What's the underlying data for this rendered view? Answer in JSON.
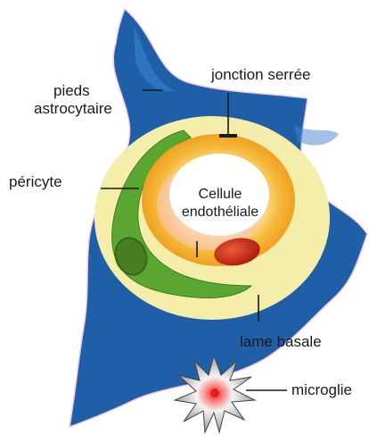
{
  "labels": {
    "pieds_line1": "pieds",
    "pieds_line2": "astrocytaire",
    "jonction": "jonction serrée",
    "pericyte": "péricyte",
    "cellule_line1": "Cellule",
    "cellule_line2": "endothéliale",
    "lame": "lame basale",
    "microglie": "microglie"
  },
  "colors": {
    "astrocyte": "#1f5fa8",
    "astrocyte_light": "#3d86cf",
    "basal_lamina": "#f4eeaa",
    "pericyte": "#5aa630",
    "pericyte_dark": "#2f6a1d",
    "endothelium_outer": "#f6b93a",
    "endothelium_inner": "#fde6a8",
    "lumen": "#ffffff",
    "nucleus": "#d2331c",
    "microglia": "#555555",
    "leader_lines": "#1a1a1a"
  },
  "icons": [
    "microglia-star-icon"
  ]
}
